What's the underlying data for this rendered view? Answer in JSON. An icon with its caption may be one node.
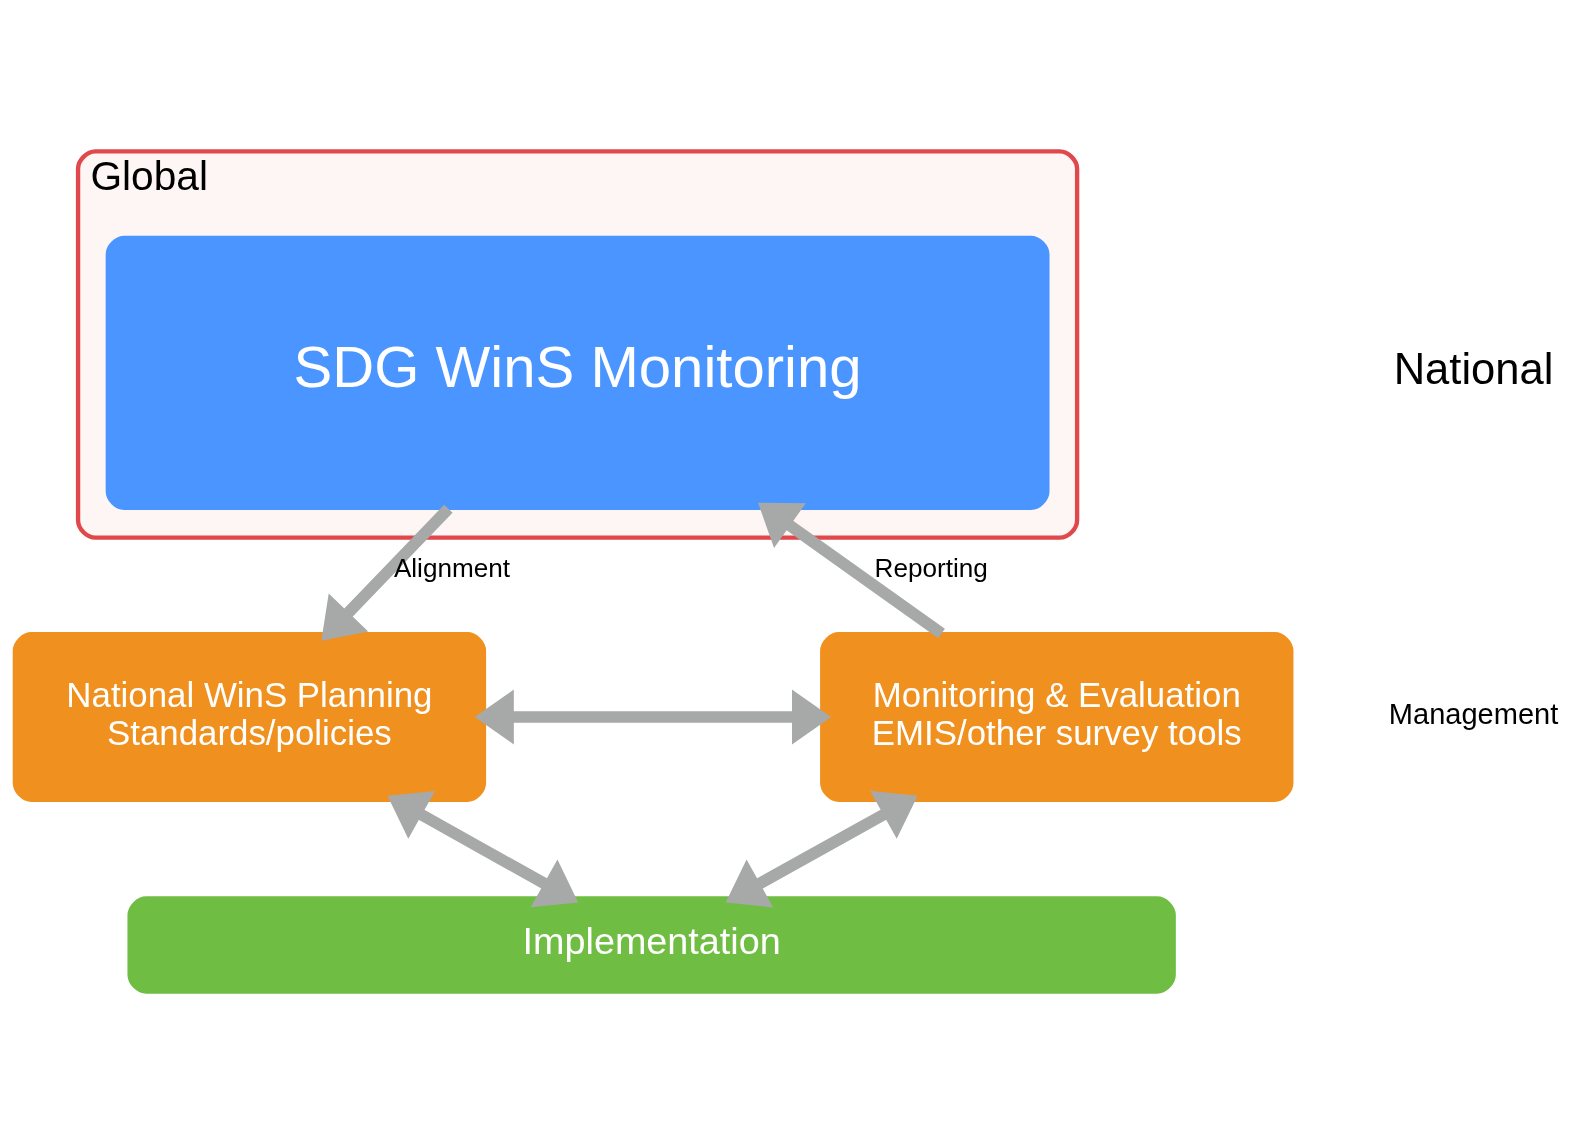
{
  "diagram": {
    "nodes": [
      {
        "text": [
          "Global"
        ]
      },
      {
        "text": [
          "SDG WinS Monitoring"
        ],
        "in": 0
      },
      {
        "text": [
          "National WinS Planning",
          "Standards/policies"
        ]
      },
      {
        "text": [
          "Monitoring & Evaluation",
          "EMIS/other survey tools"
        ]
      },
      {
        "text": [
          "Implementation"
        ]
      }
    ],
    "edges": [
      {
        "from": 1,
        "to": 2,
        "arrow": "to",
        "label": "Alignment"
      },
      {
        "from": 3,
        "to": 1,
        "arrow": "to",
        "label": "Reporting"
      },
      {
        "from": 2,
        "to": 3,
        "arrow": "both"
      },
      {
        "from": 2,
        "to": 4,
        "arrow": "both"
      },
      {
        "from": 3,
        "to": 4,
        "arrow": "both"
      }
    ],
    "labels": [
      "National",
      "Management"
    ]
  }
}
